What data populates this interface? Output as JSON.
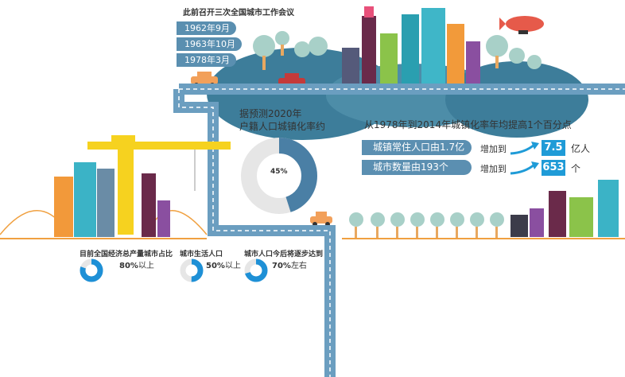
{
  "history": {
    "title": "此前召开三次全国城市工作会议",
    "dates": [
      "1962年9月",
      "1963年10月",
      "1978年3月"
    ]
  },
  "forecast": {
    "title_line1": "据预测2020年",
    "title_line2": "户籍人口城镇化率约",
    "value_label": "45%",
    "value": 45
  },
  "growth": {
    "title": "从1978年到2014年城镇化率年均提高1个百分点",
    "rows": [
      {
        "label": "城镇常住人口由1.7亿",
        "arrow_text": "增加到",
        "value": "7.5",
        "unit": "亿人"
      },
      {
        "label": "城市数量由193个",
        "arrow_text": "增加到",
        "value": "653",
        "unit": "个"
      }
    ]
  },
  "indicators": [
    {
      "title": "目前全国经济总产量城市占比",
      "value_bold": "80%",
      "value_suffix": "以上",
      "percent": 80
    },
    {
      "title": "城市生活人口",
      "value_bold": "50%",
      "value_suffix": "以上",
      "percent": 50
    },
    {
      "title": "城市人口今后将逐步达到",
      "value_bold": "70%",
      "value_suffix": "左右",
      "percent": 70
    }
  ],
  "colors": {
    "road": "#6b9ec0",
    "road_dash": "#ffffff",
    "donut_fill": "#4a7fa5",
    "donut_bg": "#e6e6e6",
    "indicator_blue": "#1e90d6",
    "accent_orange": "#f0a040"
  }
}
